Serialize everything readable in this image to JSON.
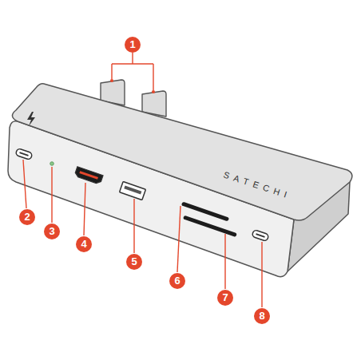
{
  "diagram": {
    "labels": [
      "1",
      "2",
      "3",
      "4",
      "5",
      "6",
      "7",
      "8",
      "SATECHI"
    ]
  }
}
